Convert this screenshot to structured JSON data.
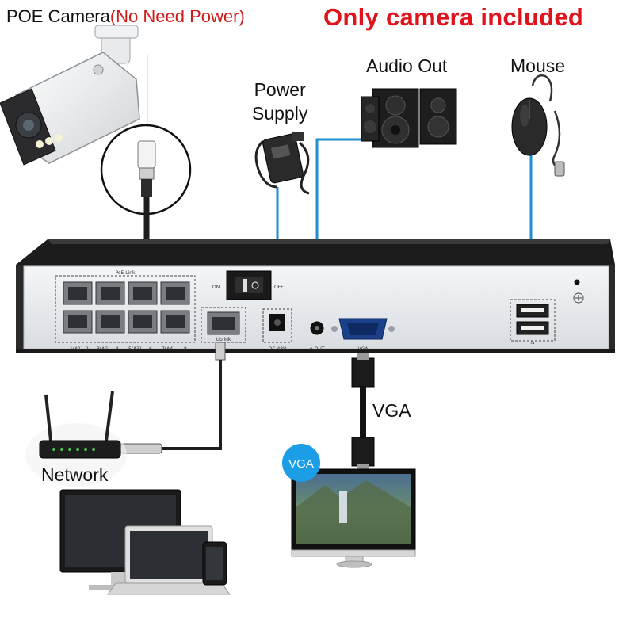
{
  "header": {
    "title_left_main": "POE Camera",
    "title_left_note": "(No Need Power)",
    "title_right": "Only camera included"
  },
  "labels": {
    "power_line1": "Power",
    "power_line2": "Supply",
    "audio_out": "Audio Out",
    "mouse": "Mouse",
    "vga": "VGA",
    "network": "Network",
    "monitor_badge": "VGA"
  },
  "nvr": {
    "poe_link": "PoE Link",
    "ports": [
      "1(A1)",
      "2",
      "3(A2)",
      "4",
      "5(A3)",
      "6",
      "7(A4)",
      "8"
    ],
    "switch_on": "ON",
    "switch_off": "OFF",
    "dc_label": "DC 48V",
    "aout_label": "A-OUT",
    "vga_port_label": "VGA",
    "uplink_label": "Uplink"
  },
  "colors": {
    "title_red": "#e0121b",
    "note_red": "#d11a1a",
    "cable_blue": "#1f8fd0",
    "badge_blue": "#1b9ee6"
  }
}
